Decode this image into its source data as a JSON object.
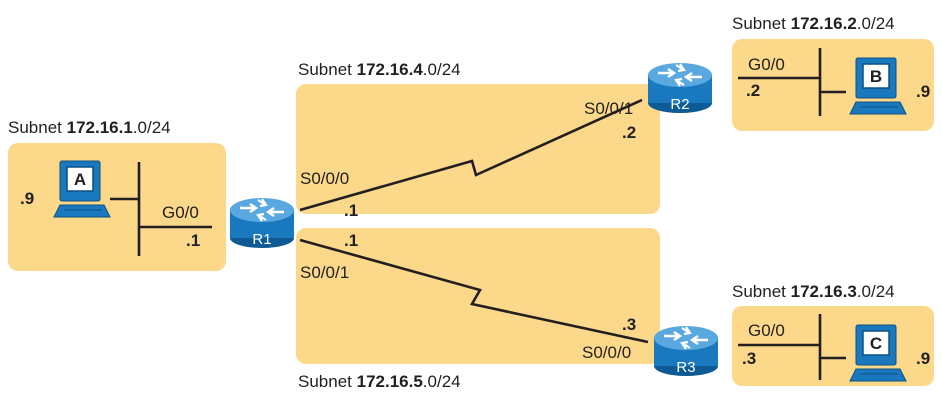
{
  "subnets": {
    "s1": {
      "prefix": "Subnet ",
      "net": "172.16.1",
      "suffix": ".0/24"
    },
    "s2": {
      "prefix": "Subnet ",
      "net": "172.16.2",
      "suffix": ".0/24"
    },
    "s3": {
      "prefix": "Subnet ",
      "net": "172.16.3",
      "suffix": ".0/24"
    },
    "s4": {
      "prefix": "Subnet ",
      "net": "172.16.4",
      "suffix": ".0/24"
    },
    "s5": {
      "prefix": "Subnet ",
      "net": "172.16.5",
      "suffix": ".0/24"
    }
  },
  "routers": {
    "r1": "R1",
    "r2": "R2",
    "r3": "R3"
  },
  "pcs": {
    "a": "A",
    "b": "B",
    "c": "C"
  },
  "interfaces": {
    "r1_g00": "G0/0",
    "r1_s000": "S0/0/0",
    "r1_s001": "S0/0/1",
    "r2_s001": "S0/0/1",
    "r2_g00": "G0/0",
    "r3_s000": "S0/0/0",
    "r3_g00": "G0/0"
  },
  "addresses": {
    "pc_a": ".9",
    "r1_g00": ".1",
    "r1_s000": ".1",
    "r1_s001": ".1",
    "r2_s001": ".2",
    "r2_g00": ".2",
    "pc_b": ".9",
    "r3_s000": ".3",
    "r3_g00": ".3",
    "pc_c": ".9"
  },
  "colors": {
    "subnet_fill": "#fbd88a",
    "router_body": "#1a78be",
    "router_top": "#5aa8e0",
    "line": "#231f20",
    "pc_screen": "#1a78be"
  }
}
